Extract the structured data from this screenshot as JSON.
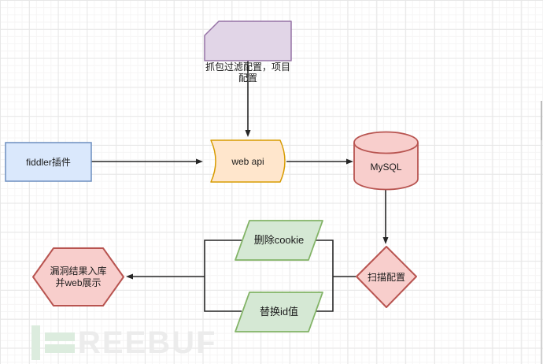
{
  "diagram": {
    "nodes": {
      "config_card": {
        "shape": "card",
        "line1": "抓包过滤配置，项目",
        "line2": "配置",
        "fill": "#e1d5e7",
        "stroke": "#9673a6"
      },
      "fiddler_plugin": {
        "shape": "rectangle",
        "label": "fiddler插件",
        "fill": "#dae8fc",
        "stroke": "#6c8ebf"
      },
      "web_api": {
        "shape": "stored-data",
        "label": "web api",
        "fill": "#ffe6cc",
        "stroke": "#d79b00"
      },
      "mysql": {
        "shape": "cylinder",
        "label": "MySQL",
        "fill": "#f8cecc",
        "stroke": "#b85450"
      },
      "delete_cookie": {
        "shape": "parallelogram",
        "label": "删除cookie",
        "fill": "#d5e8d4",
        "stroke": "#82b366"
      },
      "replace_id": {
        "shape": "parallelogram",
        "label": "替换id值",
        "fill": "#d5e8d4",
        "stroke": "#82b366"
      },
      "scan_config": {
        "shape": "diamond",
        "label": "扫描配置",
        "fill": "#f8cecc",
        "stroke": "#b85450"
      },
      "result_display": {
        "shape": "hexagon",
        "line1": "漏洞结果入库",
        "line2": "并web展示",
        "fill": "#f8cecc",
        "stroke": "#b85450"
      }
    },
    "edges": [
      {
        "from": "config_card",
        "to": "web_api"
      },
      {
        "from": "fiddler_plugin",
        "to": "web_api"
      },
      {
        "from": "web_api",
        "to": "mysql"
      },
      {
        "from": "mysql",
        "to": "scan_config"
      },
      {
        "from": "scan_config",
        "to": "delete_cookie"
      },
      {
        "from": "scan_config",
        "to": "replace_id"
      },
      {
        "from": "delete_cookie",
        "to": "result_display"
      },
      {
        "from": "replace_id",
        "to": "result_display"
      }
    ],
    "edge_color": "#262626",
    "watermark": {
      "text": "REEBUF",
      "logo_color": "#dcecde",
      "text_color": "#ececec"
    }
  }
}
